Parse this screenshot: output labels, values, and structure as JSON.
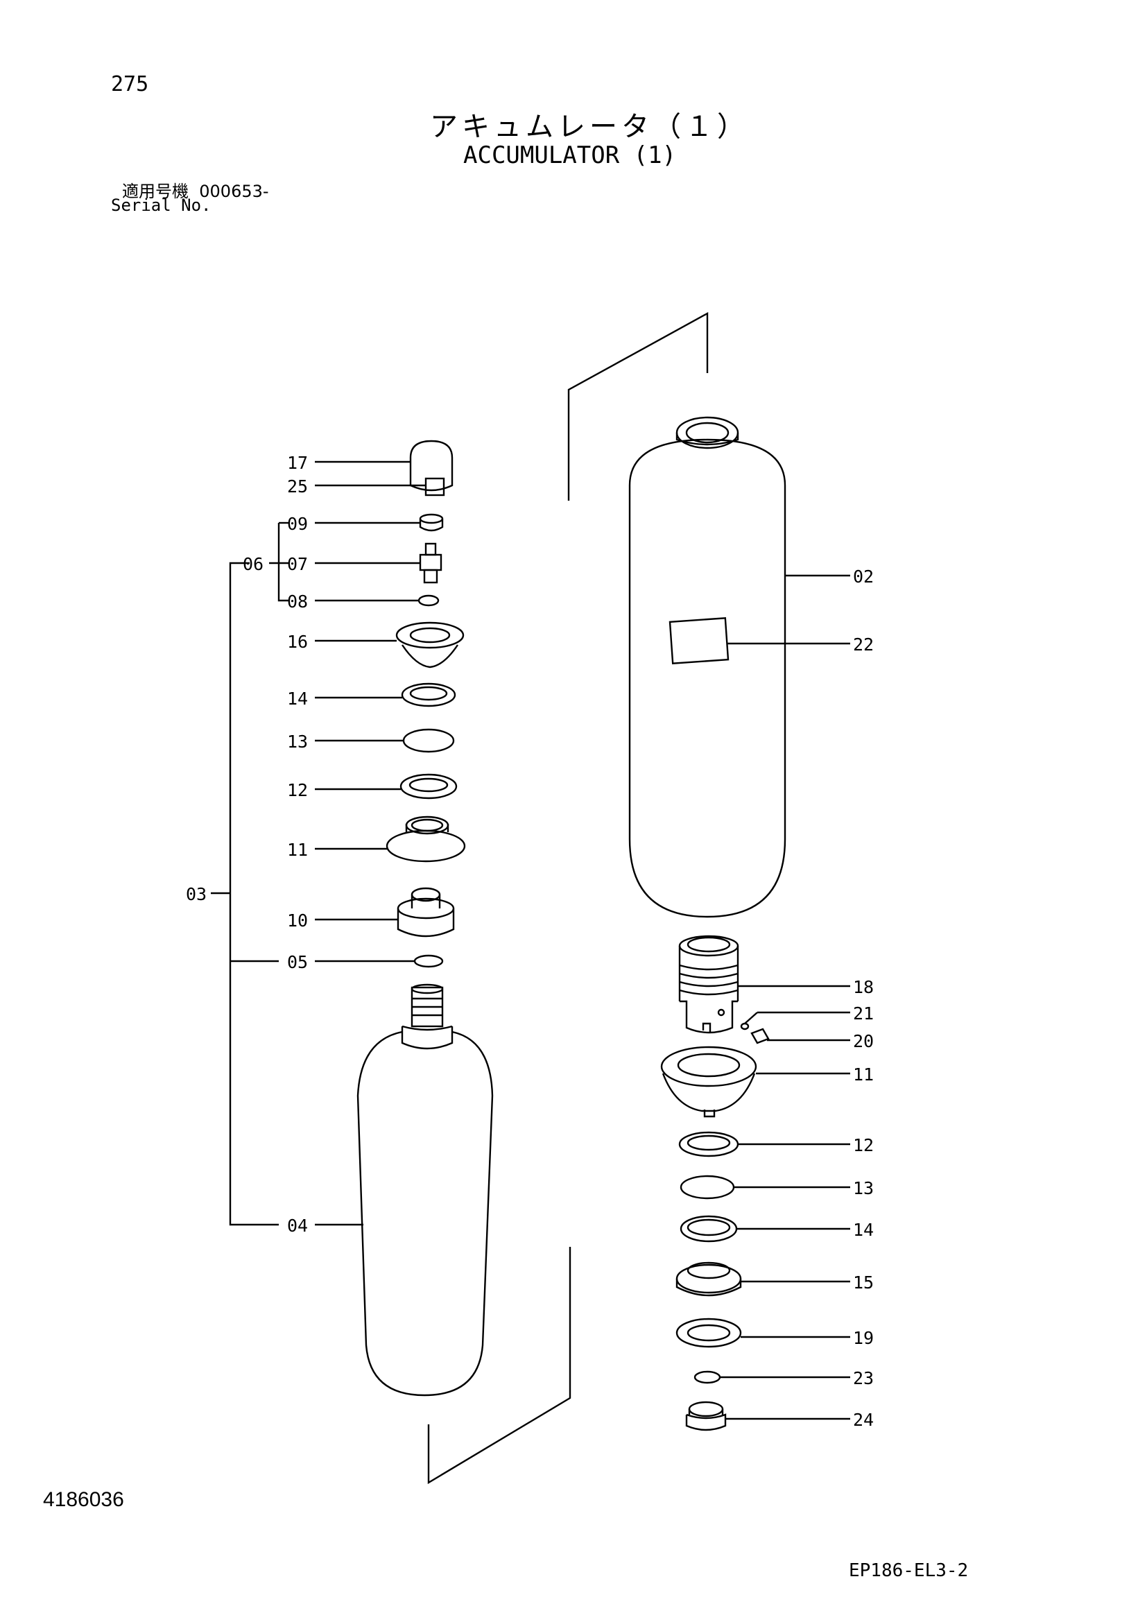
{
  "header": {
    "page_number": "275",
    "title_jp": "アキュムレータ（１）",
    "title_en": "ACCUMULATOR (1)",
    "serial_label_jp": "適用号機",
    "serial_value": "000653-",
    "serial_label_en": "Serial No."
  },
  "footer": {
    "document_number": "4186036",
    "drawing_code": "EP186-EL3-2"
  },
  "callouts": {
    "p17": "17",
    "p25": "25",
    "p09": "09",
    "p06": "06",
    "p07": "07",
    "p08": "08",
    "p16": "16",
    "p14": "14",
    "p13": "13",
    "p12": "12",
    "p11": "11",
    "p03": "03",
    "p10": "10",
    "p05": "05",
    "p04": "04",
    "p02": "02",
    "p22": "22",
    "p18": "18",
    "p21": "21",
    "p20": "20",
    "p11r": "11",
    "p12r": "12",
    "p13r": "13",
    "p14r": "14",
    "p15": "15",
    "p19": "19",
    "p23": "23",
    "p24": "24"
  }
}
